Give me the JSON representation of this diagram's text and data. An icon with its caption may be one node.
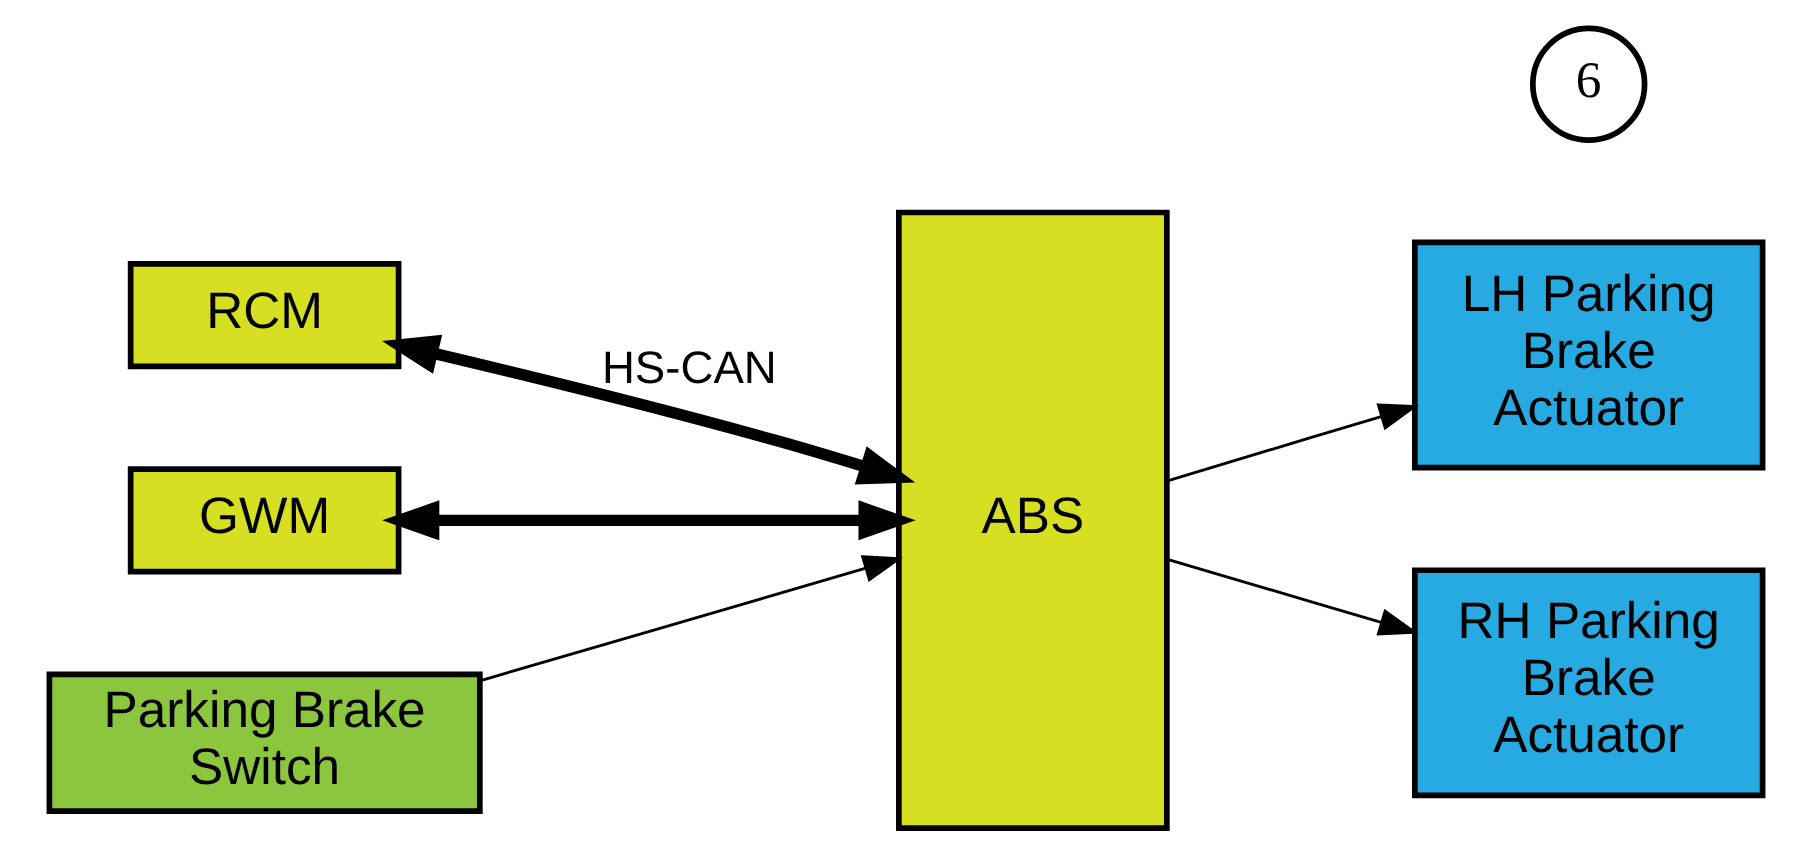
{
  "diagram": {
    "nodes": [
      {
        "text": [
          "RCM"
        ]
      },
      {
        "text": [
          "GWM"
        ]
      },
      {
        "text": [
          "6"
        ]
      },
      {
        "text": [
          "Parking Brake Switch"
        ]
      },
      {
        "text": [
          "ABS"
        ]
      },
      {
        "text": [
          "LH Parking Brake Actuator"
        ]
      },
      {
        "text": [
          "RH Parking Brake Actuator"
        ]
      }
    ],
    "edges": [
      {
        "from": 0,
        "to": 4,
        "arrow": "both",
        "label": "HS-CAN",
        "style": "thick"
      },
      {
        "from": 1,
        "to": 4,
        "arrow": "both",
        "style": "thick"
      },
      {
        "from": 3,
        "to": 4,
        "arrow": "to"
      },
      {
        "from": 4,
        "to": 5,
        "arrow": "to"
      },
      {
        "from": 4,
        "to": 6,
        "arrow": "to"
      }
    ]
  }
}
